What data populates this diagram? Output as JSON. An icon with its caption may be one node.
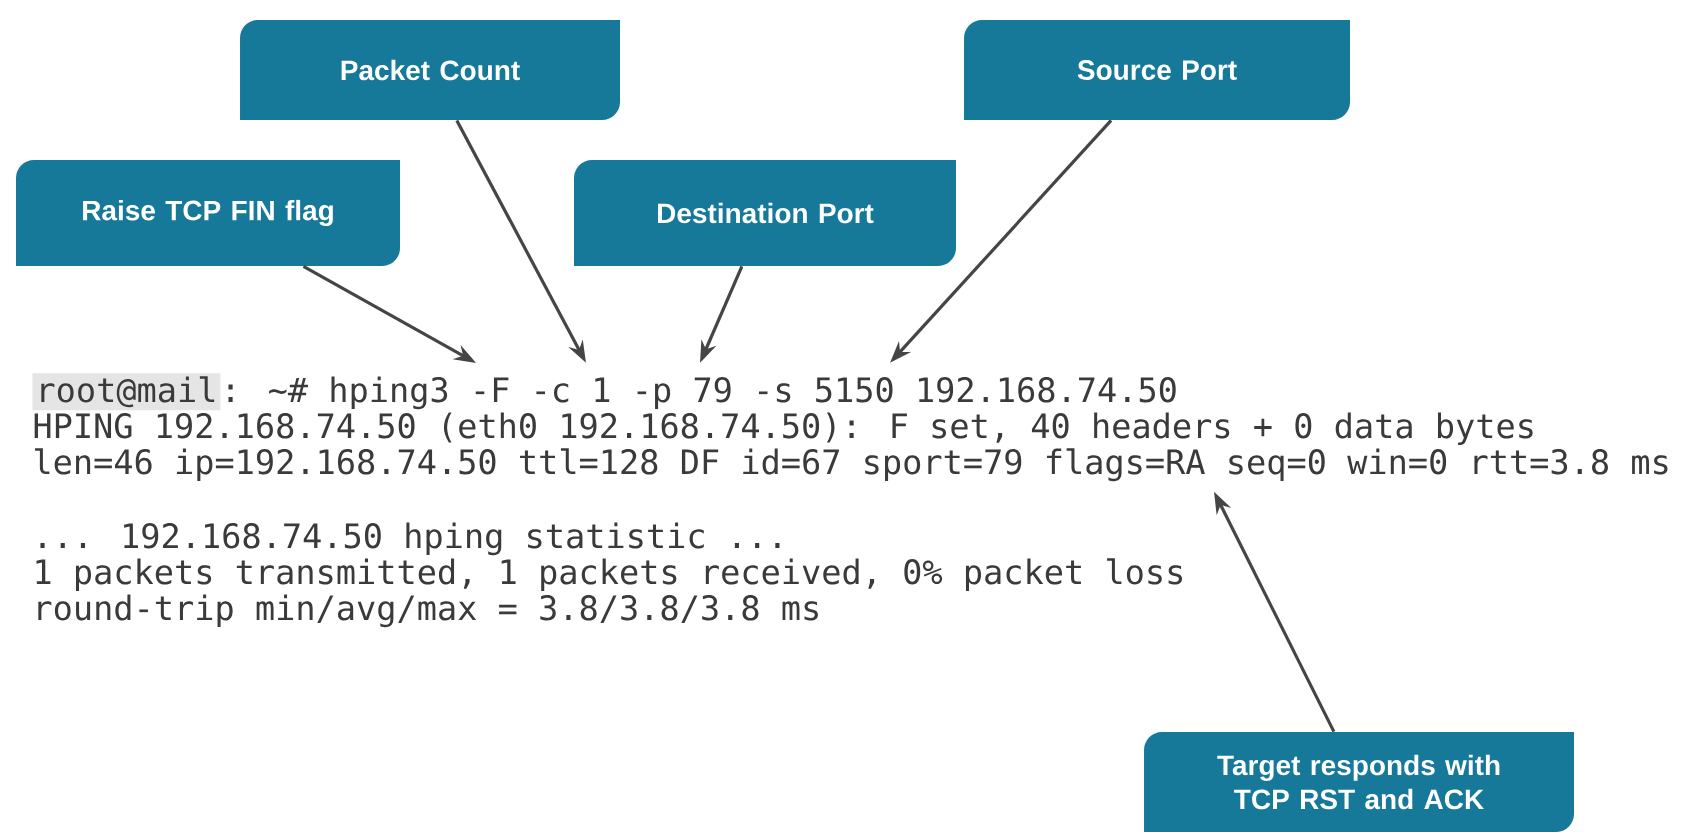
{
  "diagram": {
    "nodes": [
      {
        "text": [
          "Packet Count"
        ]
      },
      {
        "text": [
          "Source Port"
        ]
      },
      {
        "text": [
          "Raise TCP FIN flag"
        ]
      },
      {
        "text": [
          "Destination Port"
        ]
      },
      {
        "text": [
          "Target responds with TCP RST and ACK"
        ]
      },
      {
        "text": [
          "root@mail",
          ": ~# hping3 -F -c 1 -p 79 -s 5150 192.168.74.50"
        ]
      },
      {
        "text": [
          "len=46 ip=192.168.74.50 ttl=128 DF id=67 sport=79 flags=RA seq=0 win=0 rtt=3.8 ms"
        ]
      }
    ],
    "edges": [
      {
        "from": 2,
        "to": 5,
        "arrow": "to"
      },
      {
        "from": 0,
        "to": 5,
        "arrow": "to"
      },
      {
        "from": 3,
        "to": 5,
        "arrow": "to"
      },
      {
        "from": 1,
        "to": 5,
        "arrow": "to"
      },
      {
        "from": 4,
        "to": 6,
        "arrow": "to"
      }
    ],
    "labels": [
      "HPING 192.168.74.50 (eth0 192.168.74.50): F set, 40 headers + 0 data bytes",
      "... 192.168.74.50 hping statistic ...",
      "1 packets transmitted, 1 packets received, 0% packet loss",
      "round-trip min/avg/max = 3.8/3.8/3.8 ms"
    ]
  }
}
